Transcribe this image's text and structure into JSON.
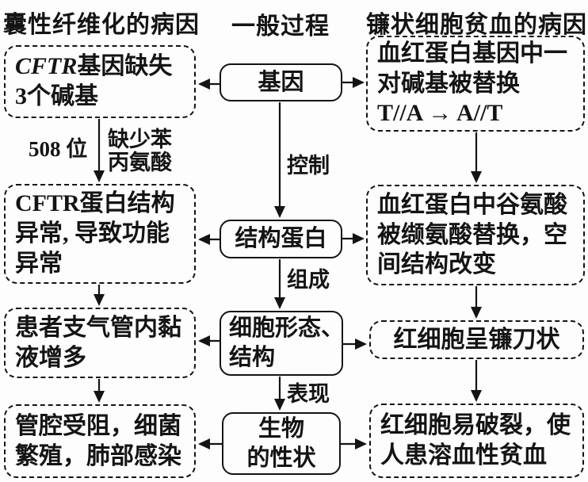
{
  "titles": {
    "left": "囊性纤维化的病因",
    "center": "一般过程",
    "right": "镰状细胞贫血的病因"
  },
  "left_column": {
    "box1": {
      "line1_italic": "CFTR",
      "line1_rest": "基因缺失",
      "line2": "3个碱基"
    },
    "box2": {
      "line1": "CFTR蛋白结构",
      "line2": "异常, 导致功能",
      "line3": "异常"
    },
    "box3": {
      "line1": "患者支气管内黏",
      "line2": "液增多"
    },
    "box4": {
      "line1": "管腔受阻，细菌",
      "line2": "繁殖，肺部感染"
    }
  },
  "center_column": {
    "box1": "基因",
    "box2": "结构蛋白",
    "box3": {
      "line1": "细胞形态、",
      "line2": "结构"
    },
    "box4": {
      "line1": "生物",
      "line2": "的性状"
    }
  },
  "right_column": {
    "box1": {
      "line1": "血红蛋白基因中一",
      "line2": "对碱基被替换",
      "line3": "T//A → A//T"
    },
    "box2": {
      "line1": "血红蛋白中谷氨酸",
      "line2": "被缬氨酸替换，空",
      "line3": "间结构改变"
    },
    "box3": {
      "line1": "红细胞呈镰刀状"
    },
    "box4": {
      "line1": "红细胞易破裂，使",
      "line2": "人患溶血性贫血"
    }
  },
  "edge_labels": {
    "position_508": "508 位",
    "missing_phe_line1": "缺少苯",
    "missing_phe_line2": "丙氨酸",
    "control": "控制",
    "compose": "组成",
    "express": "表现"
  },
  "colors": {
    "ink": "#141414",
    "background": "#fdfdfd"
  }
}
